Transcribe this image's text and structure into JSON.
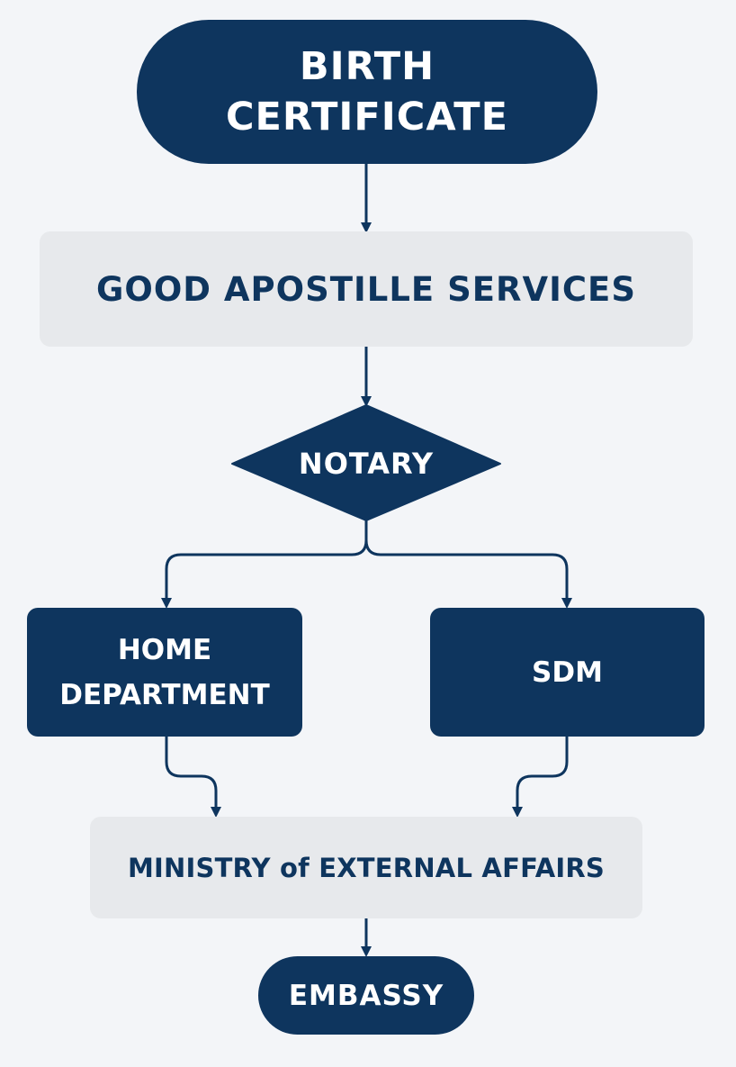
{
  "nodes": {
    "birth_certificate": "BIRTH\nCERTIFICATE",
    "good_apostille": "GOOD APOSTILLE SERVICES",
    "notary": "NOTARY",
    "home_department": "HOME\nDEPARTMENT",
    "sdm": "SDM",
    "mea": "MINISTRY of EXTERNAL AFFAIRS",
    "embassy": "EMBASSY"
  },
  "colors": {
    "background": "#f3f5f8",
    "dark_node": "#0e355e",
    "light_node": "#e7e9ec",
    "connector": "#0e355e"
  }
}
